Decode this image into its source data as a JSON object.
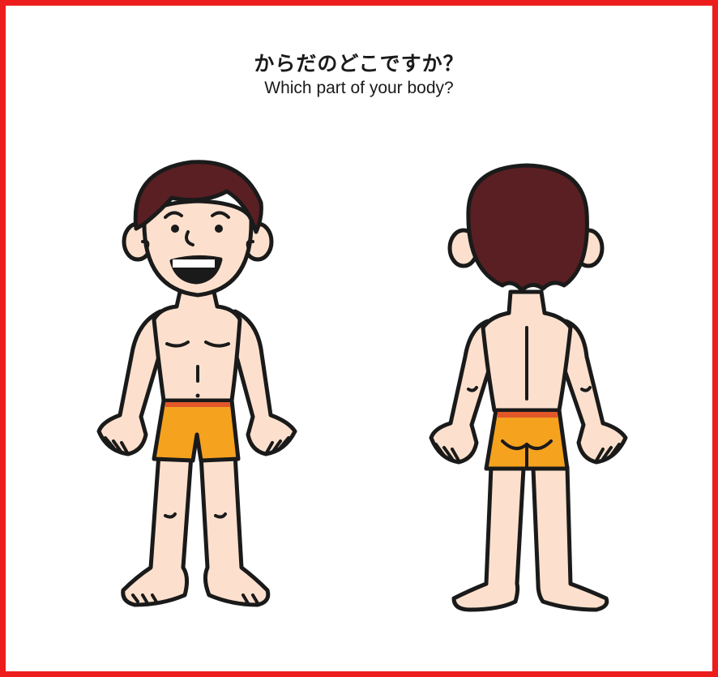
{
  "title": {
    "japanese": "からだのどこですか？",
    "english": "Which part of your body?"
  },
  "colors": {
    "frame": "#ee1d1d",
    "skin": "#fce0cd",
    "hair": "#5a1f22",
    "shorts": "#f5a21f",
    "waistband": "#e2572a",
    "outline": "#1a1a1a"
  },
  "figures": [
    {
      "view": "front",
      "icon": "boy-front-view"
    },
    {
      "view": "back",
      "icon": "boy-back-view"
    }
  ]
}
